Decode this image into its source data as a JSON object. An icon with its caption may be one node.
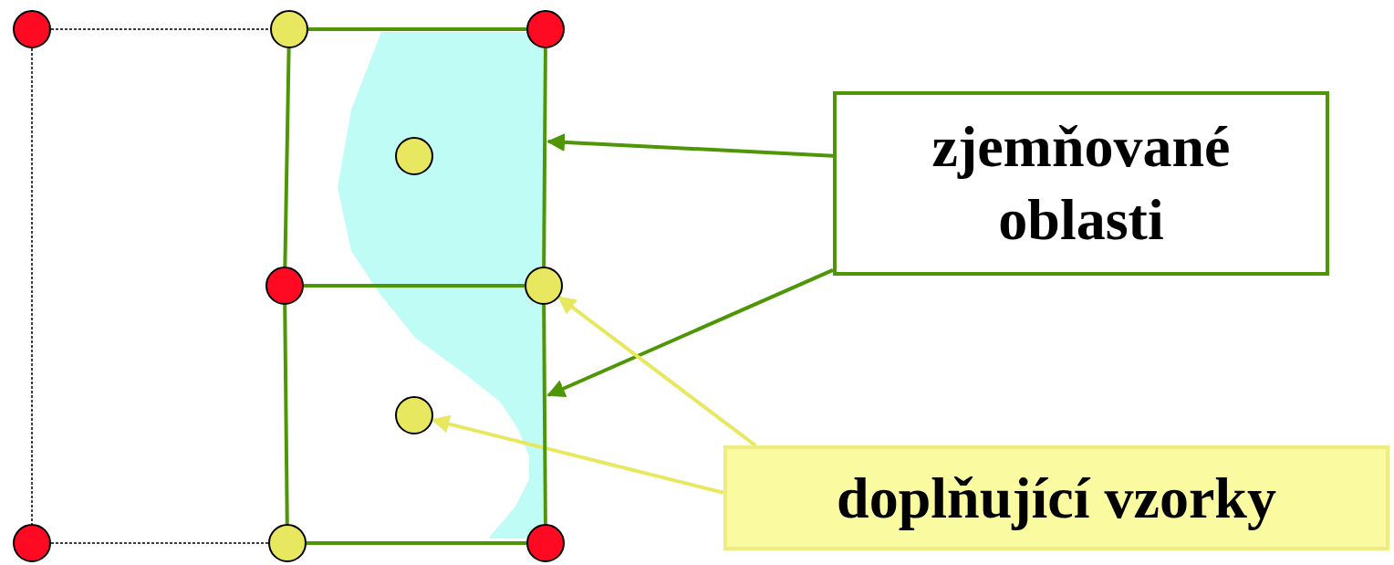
{
  "diagram": {
    "nodes": [
      {
        "text": [],
        "shape": "circle"
      },
      {
        "text": [],
        "shape": "circle"
      },
      {
        "text": [],
        "shape": "circle"
      },
      {
        "text": [],
        "shape": "circle",
        "in": 12
      },
      {
        "text": [
          "zjemňované oblasti"
        ]
      },
      {
        "text": [],
        "shape": "circle"
      },
      {
        "text": [],
        "shape": "circle"
      },
      {
        "text": [],
        "shape": "circle"
      },
      {
        "text": [
          "doplňující vzorky"
        ]
      },
      {
        "text": [],
        "shape": "circle"
      },
      {
        "text": [],
        "shape": "circle"
      },
      {
        "text": [],
        "shape": "circle"
      },
      {
        "text": [],
        "shape": "area"
      }
    ],
    "edges": [
      {
        "from": 4,
        "to": 12,
        "arrow": "to"
      },
      {
        "from": 4,
        "to": 12,
        "arrow": "to"
      },
      {
        "from": 8,
        "to": 6,
        "arrow": "to",
        "color": "#e8e860"
      },
      {
        "from": 8,
        "to": 7,
        "arrow": "to",
        "color": "#e8e860"
      },
      {
        "from": 0,
        "to": 1,
        "arrow": "none",
        "style": "dashed",
        "color": "#000000"
      },
      {
        "from": 0,
        "to": 9,
        "arrow": "none",
        "style": "dashed",
        "color": "#000000"
      },
      {
        "from": 9,
        "to": 10,
        "arrow": "none",
        "style": "dashed",
        "color": "#000000"
      },
      {
        "from": 1,
        "to": 2,
        "arrow": "none"
      },
      {
        "from": 1,
        "to": 5,
        "arrow": "none"
      },
      {
        "from": 2,
        "to": 6,
        "arrow": "none"
      },
      {
        "from": 5,
        "to": 6,
        "arrow": "none"
      },
      {
        "from": 5,
        "to": 10,
        "arrow": "none"
      },
      {
        "from": 6,
        "to": 11,
        "arrow": "none"
      },
      {
        "from": 10,
        "to": 11,
        "arrow": "none"
      }
    ]
  }
}
